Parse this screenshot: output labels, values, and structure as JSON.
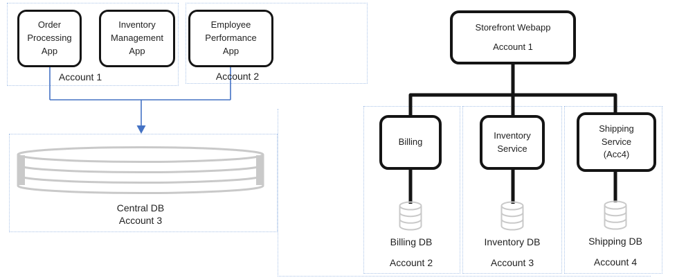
{
  "diagram_left": {
    "apps": [
      {
        "label": "Order\nProcessing\nApp"
      },
      {
        "label": "Inventory\nManagement\nApp"
      },
      {
        "label": "Employee\nPerformance\nApp"
      }
    ],
    "account_labels": {
      "group1": "Account 1",
      "group2": "Account 2"
    },
    "central_db": {
      "name": "Central DB",
      "account": "Account 3"
    }
  },
  "diagram_right": {
    "root": {
      "name": "Storefront Webapp",
      "account": "Account 1"
    },
    "services": [
      {
        "name": "Billing",
        "db": "Billing DB",
        "account": "Account 2"
      },
      {
        "name": "Inventory\nService",
        "db": "Inventory DB",
        "account": "Account 3"
      },
      {
        "name": "Shipping\nService\n(Acc4)",
        "db": "Shipping DB",
        "account": "Account 4"
      }
    ]
  },
  "colors": {
    "accent_blue": "#4472c4",
    "dashed_border": "#a9c3e8",
    "box_border": "#141414",
    "cylinder_gray": "#c9c9c9"
  }
}
